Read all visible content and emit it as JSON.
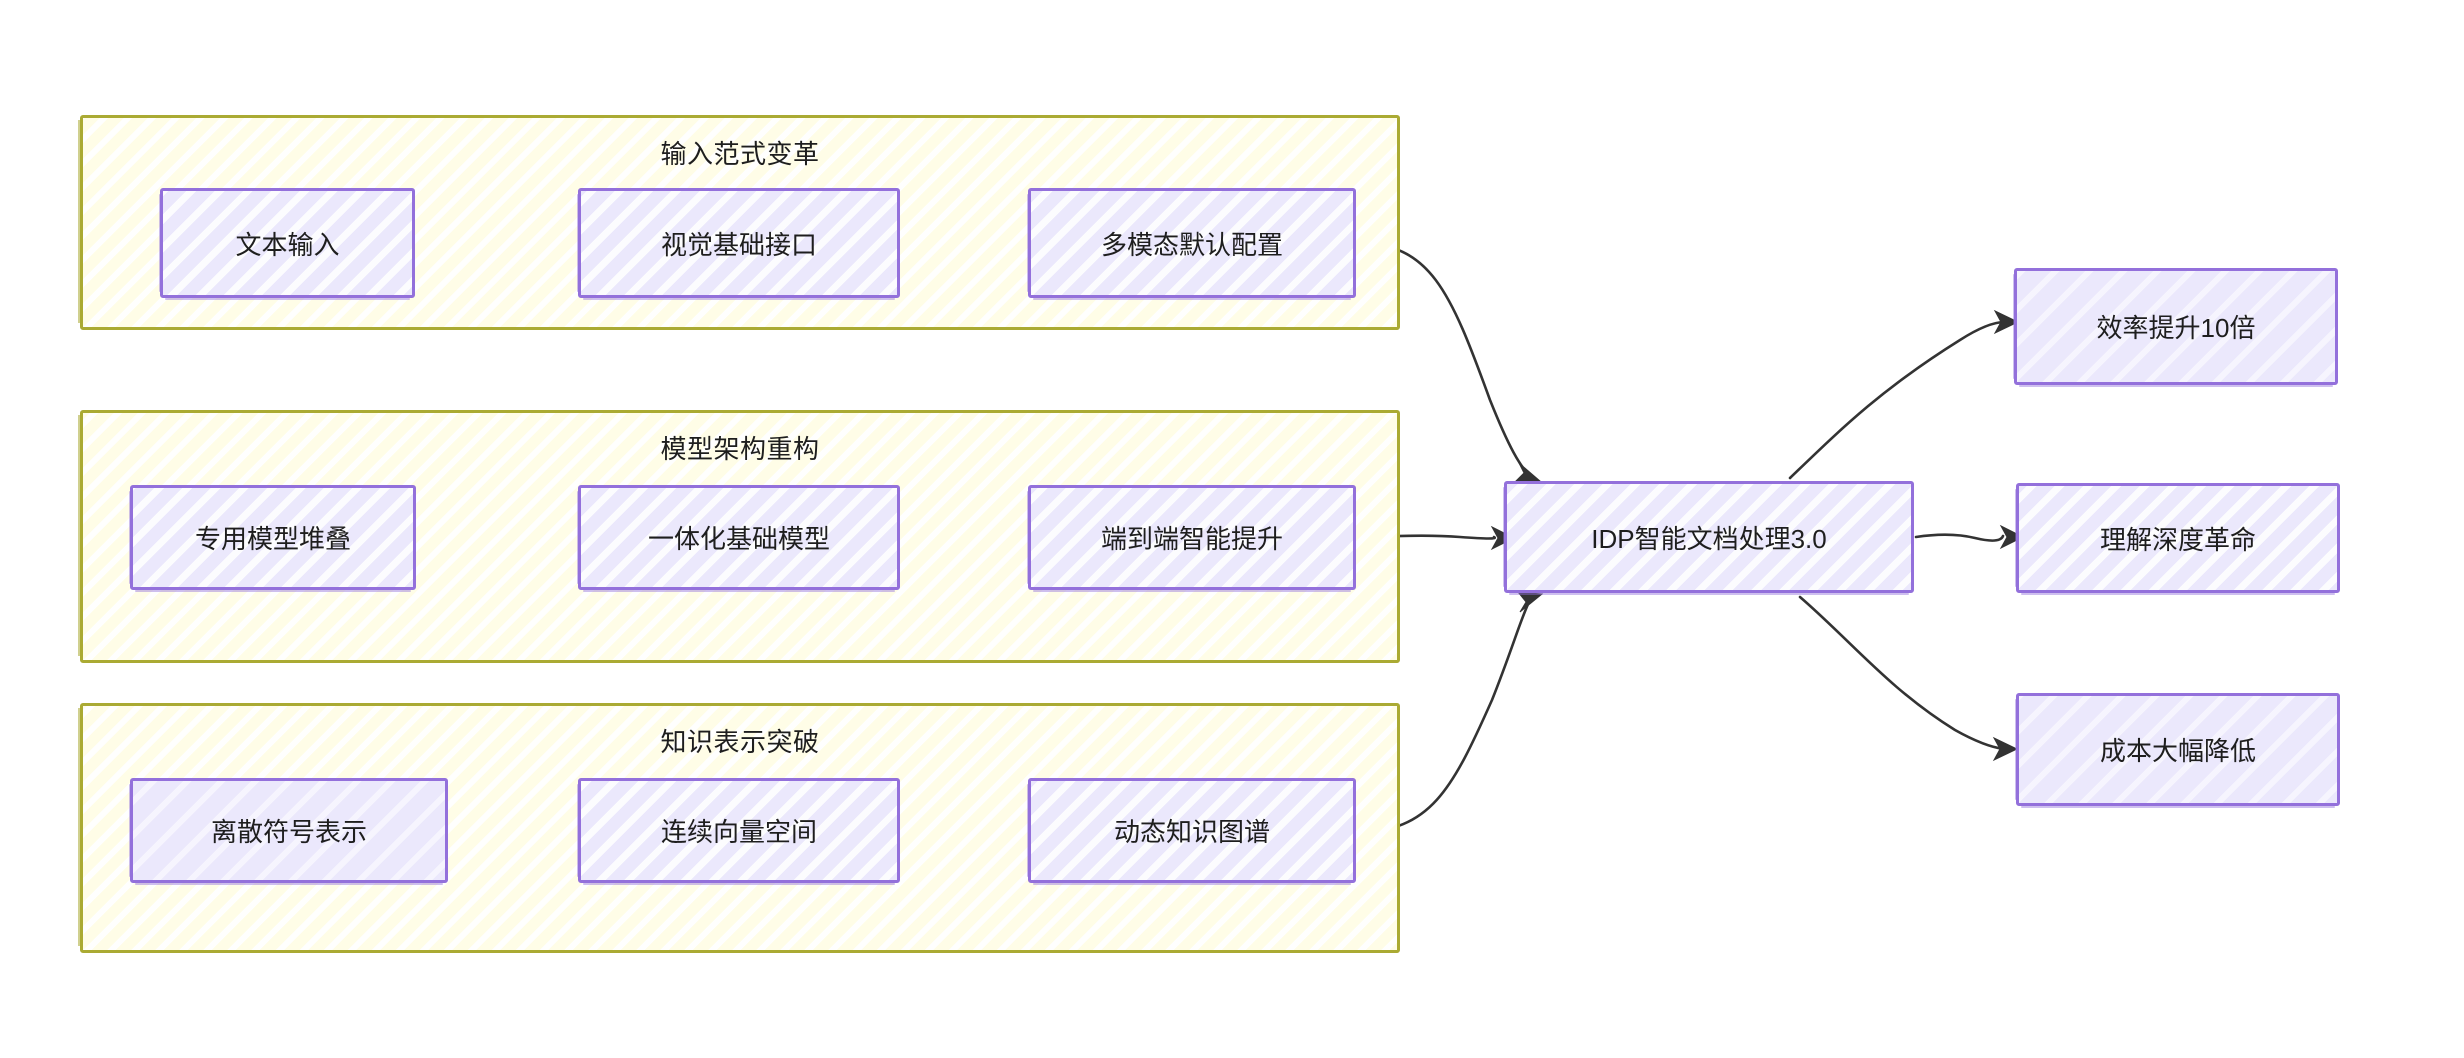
{
  "diagram": {
    "type": "flowchart",
    "direction": "left-to-right",
    "style": "hand-drawn-sketch",
    "colors": {
      "subgraph_border": "#aaaa33",
      "subgraph_fill": "#fffde7",
      "node_border": "#9370db",
      "node_fill": "#ebe8fc",
      "edge": "#333333",
      "text": "#1e1e1e",
      "background": "#ffffff"
    }
  },
  "subgraphs": [
    {
      "id": "input-paradigm",
      "title": "输入范式变革",
      "nodes": [
        {
          "id": "text-input",
          "label": "文本输入"
        },
        {
          "id": "visual-base-api",
          "label": "视觉基础接口"
        },
        {
          "id": "multimodal-default",
          "label": "多模态默认配置"
        }
      ]
    },
    {
      "id": "model-architecture",
      "title": "模型架构重构",
      "nodes": [
        {
          "id": "dedicated-model-stack",
          "label": "专用模型堆叠"
        },
        {
          "id": "unified-foundation-model",
          "label": "一体化基础模型"
        },
        {
          "id": "end-to-end-intelligence",
          "label": "端到端智能提升"
        }
      ]
    },
    {
      "id": "knowledge-representation",
      "title": "知识表示突破",
      "nodes": [
        {
          "id": "discrete-symbol",
          "label": "离散符号表示"
        },
        {
          "id": "continuous-vector-space",
          "label": "连续向量空间"
        },
        {
          "id": "dynamic-knowledge-graph",
          "label": "动态知识图谱"
        }
      ]
    }
  ],
  "center": {
    "id": "idp-3",
    "label": "IDP智能文档处理3.0"
  },
  "outcomes": [
    {
      "id": "efficiency-10x",
      "label": "效率提升10倍"
    },
    {
      "id": "deep-understanding",
      "label": "理解深度革命"
    },
    {
      "id": "cost-reduction",
      "label": "成本大幅降低"
    }
  ],
  "edges": [
    {
      "from": "text-input",
      "to": "visual-base-api"
    },
    {
      "from": "visual-base-api",
      "to": "multimodal-default"
    },
    {
      "from": "dedicated-model-stack",
      "to": "unified-foundation-model"
    },
    {
      "from": "unified-foundation-model",
      "to": "end-to-end-intelligence"
    },
    {
      "from": "discrete-symbol",
      "to": "continuous-vector-space"
    },
    {
      "from": "continuous-vector-space",
      "to": "dynamic-knowledge-graph"
    },
    {
      "from": "multimodal-default",
      "to": "idp-3"
    },
    {
      "from": "end-to-end-intelligence",
      "to": "idp-3"
    },
    {
      "from": "dynamic-knowledge-graph",
      "to": "idp-3"
    },
    {
      "from": "idp-3",
      "to": "efficiency-10x"
    },
    {
      "from": "idp-3",
      "to": "deep-understanding"
    },
    {
      "from": "idp-3",
      "to": "cost-reduction"
    }
  ]
}
